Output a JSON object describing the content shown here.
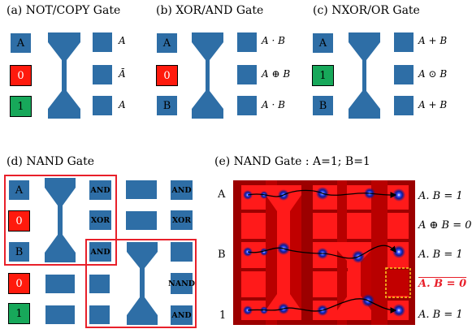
{
  "panels": {
    "a": {
      "title": "(a) NOT/COPY Gate",
      "inputs": [
        "A",
        "0",
        "1"
      ],
      "outputs": [
        "A",
        "Ā",
        "A"
      ]
    },
    "b": {
      "title": "(b) XOR/AND Gate",
      "inputs": [
        "A",
        "0",
        "B"
      ],
      "outputs": [
        "A · B",
        "A ⊕ B",
        "A · B"
      ]
    },
    "c": {
      "title": "(c) NXOR/OR Gate",
      "inputs": [
        "A",
        "1",
        "B"
      ],
      "outputs": [
        "A + B",
        "A ⊙ B",
        "A + B"
      ]
    },
    "d": {
      "title": "(d) NAND Gate",
      "inputs": [
        "A",
        "0",
        "B",
        "0",
        "1"
      ],
      "labels": [
        "AND",
        "XOR",
        "AND",
        "AND",
        "XOR",
        "NAND",
        "AND"
      ]
    },
    "e": {
      "title": "(e) NAND Gate : A=1; B=1",
      "row_labels": [
        "A",
        "B",
        "1"
      ],
      "outputs": [
        "A. B = 1",
        "A ⊕ B = 0",
        "A. B = 1",
        "A. B = 0",
        "A. B = 1"
      ]
    }
  },
  "colors": {
    "blue": "#2e6ea6",
    "red": "#ff1a0d",
    "green": "#17a85a",
    "box": "#e8202a",
    "dark_red": "#a00000",
    "highlight": "#e8202a",
    "dashed": "#ffd21f"
  }
}
